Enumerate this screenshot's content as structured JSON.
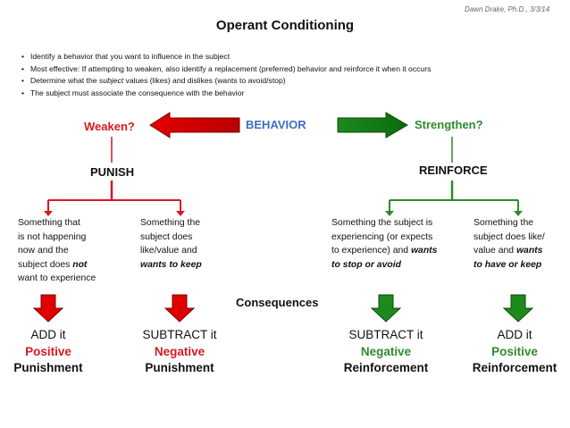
{
  "author": "Dawn Drake, Ph.D., 3/3/14",
  "title": "Operant Conditioning",
  "bullets": [
    {
      "parts": [
        "Identify a behavior that you want to influence in the subject"
      ]
    },
    {
      "parts": [
        "Most effective: If attempting to weaken, also identify a replacement (preferred) behavior and reinforce it when it occurs"
      ]
    },
    {
      "parts": [
        "Determine what the ",
        "subject",
        " values (likes) and dislikes (wants to avoid/stop)"
      ]
    },
    {
      "parts": [
        "The subject must associate the consequence with the behavior"
      ]
    }
  ],
  "center": {
    "behavior": "BEHAVIOR",
    "consequences": "Consequences"
  },
  "left": {
    "question": "Weaken?",
    "label": "PUNISH",
    "desc1": {
      "lines": [
        "Something that",
        "is not happening",
        "now and the"
      ],
      "line4a": "subject does ",
      "line4b": "not",
      "line5": "want to experience"
    },
    "desc2": {
      "lines": [
        "Something the",
        "subject does",
        "like/value and"
      ],
      "bold": "wants to keep"
    },
    "res1": {
      "action": "ADD it",
      "type": "Positive",
      "kind": "Punishment"
    },
    "res2": {
      "action": "SUBTRACT it",
      "type": "Negative",
      "kind": "Punishment"
    }
  },
  "right": {
    "question": "Strengthen?",
    "label": "REINFORCE",
    "desc1": {
      "lines": [
        "Something the subject is",
        "experiencing (or expects"
      ],
      "line3a": "to experience) and ",
      "line3b": "wants",
      "bold": "to stop or avoid"
    },
    "desc2": {
      "lines": [
        "Something the"
      ],
      "line2a": "subject does like/",
      "line3a": "value and ",
      "line3b": "wants",
      "bold": "to have or keep"
    },
    "res1": {
      "action": "SUBTRACT it",
      "type": "Negative",
      "kind": "Reinforcement"
    },
    "res2": {
      "action": "ADD it",
      "type": "Positive",
      "kind": "Reinforcement"
    }
  },
  "colors": {
    "red": "#d71920",
    "green": "#2e8b2e",
    "blue": "#3b6fc4"
  }
}
